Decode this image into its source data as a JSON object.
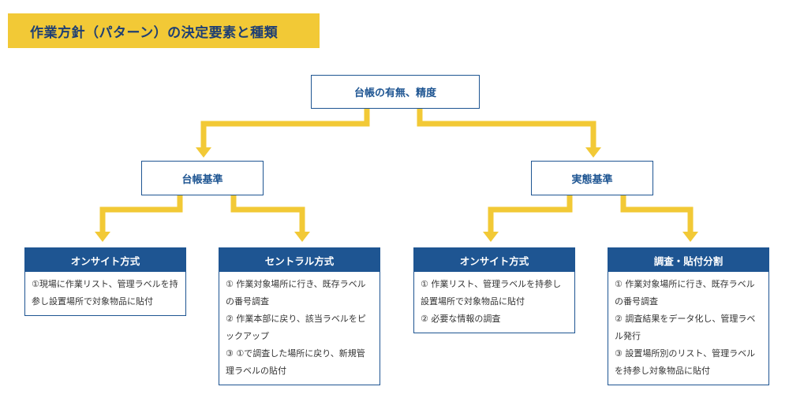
{
  "title": "作業方針（パターン）の決定要素と種類",
  "root": {
    "label": "台帳の有無、精度"
  },
  "branches": [
    {
      "label": "台帳基準"
    },
    {
      "label": "実態基準"
    }
  ],
  "methods": [
    {
      "title": "オンサイト方式",
      "items": [
        "①現場に作業リスト、管理ラベルを持参し設置場所で対象物品に貼付"
      ]
    },
    {
      "title": "セントラル方式",
      "items": [
        "① 作業対象場所に行き、既存ラベルの番号調査",
        "② 作業本部に戻り、該当ラベルをピックアップ",
        "③ ①で調査した場所に戻り、新規管理ラベルの貼付"
      ]
    },
    {
      "title": "オンサイト方式",
      "items": [
        "① 作業リスト、管理ラベルを持参し設置場所で対象物品に貼付",
        "② 必要な情報の調査"
      ]
    },
    {
      "title": "調査・貼付分割",
      "items": [
        "① 作業対象場所に行き、既存ラベルの番号調査",
        "② 調査結果をデータ化し、管理ラベル発行",
        "③ 設置場所別のリスト、管理ラベルを持参し対象物品に貼付"
      ]
    }
  ],
  "colors": {
    "accent_yellow": "#f2c936",
    "primary_blue": "#1e5592",
    "title_text": "#1f3f73"
  }
}
